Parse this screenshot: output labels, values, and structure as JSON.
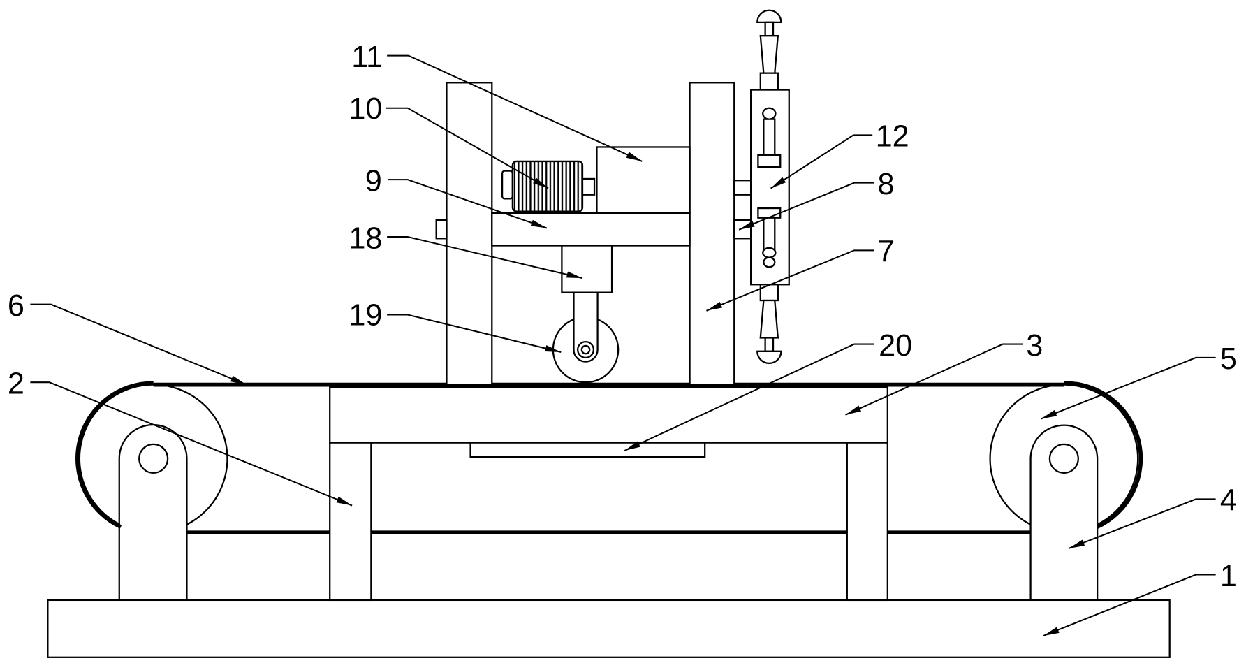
{
  "labels": {
    "1": "1",
    "2": "2",
    "3": "3",
    "4": "4",
    "5": "5",
    "6": "6",
    "7": "7",
    "8": "8",
    "9": "9",
    "10": "10",
    "11": "11",
    "12": "12",
    "18": "18",
    "19": "19",
    "20": "20"
  },
  "colors": {
    "line": "#000000",
    "background": "#ffffff"
  }
}
